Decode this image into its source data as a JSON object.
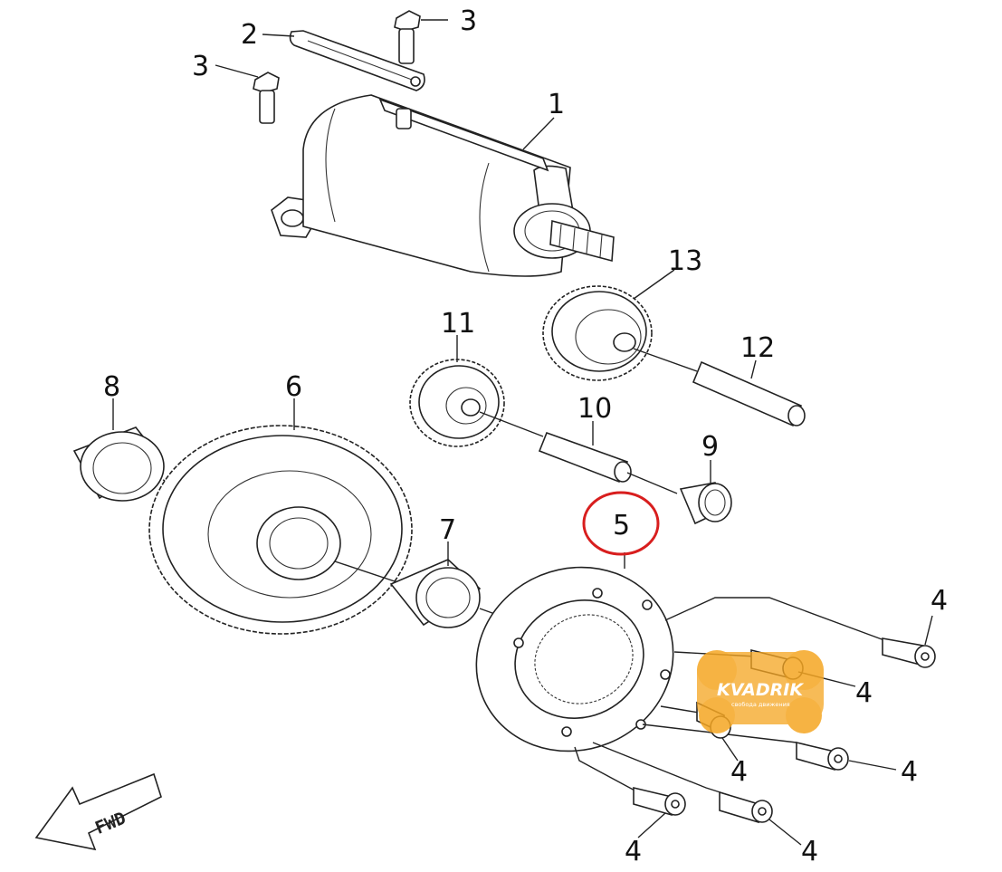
{
  "diagram": {
    "callouts": {
      "p1": "1",
      "p2": "2",
      "p3": "3",
      "p4": "4",
      "p5": "5",
      "p6": "6",
      "p7": "7",
      "p8": "8",
      "p9": "9",
      "p10": "10",
      "p11": "11",
      "p12": "12",
      "p13": "13"
    },
    "direction_label": "FWD",
    "highlight_color": "#d81e1e",
    "highlighted_part": "5"
  },
  "watermark": {
    "brand": "KVADRIK",
    "tagline": "свобода движения",
    "color": "#f5a623"
  }
}
